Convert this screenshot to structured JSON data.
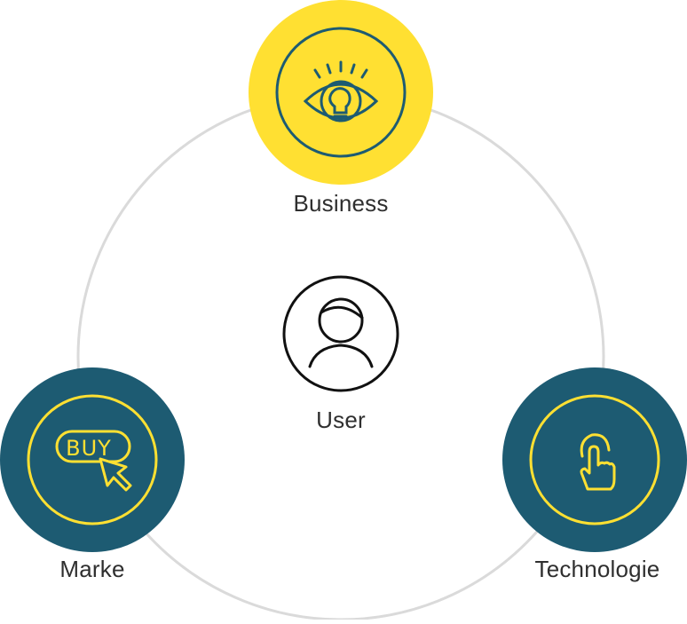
{
  "nodes": {
    "business": {
      "label": "Business",
      "icon": "eye-lightbulb-icon"
    },
    "user": {
      "label": "User",
      "icon": "user-icon"
    },
    "marke": {
      "label": "Marke",
      "icon": "buy-cursor-icon",
      "icon_text": "BUY"
    },
    "technologie": {
      "label": "Technologie",
      "icon": "touch-finger-icon"
    }
  },
  "colors": {
    "yellow": "#FFE032",
    "teal": "#1D5B72",
    "ring": "#DADADA",
    "label": "#2F2F2F"
  }
}
